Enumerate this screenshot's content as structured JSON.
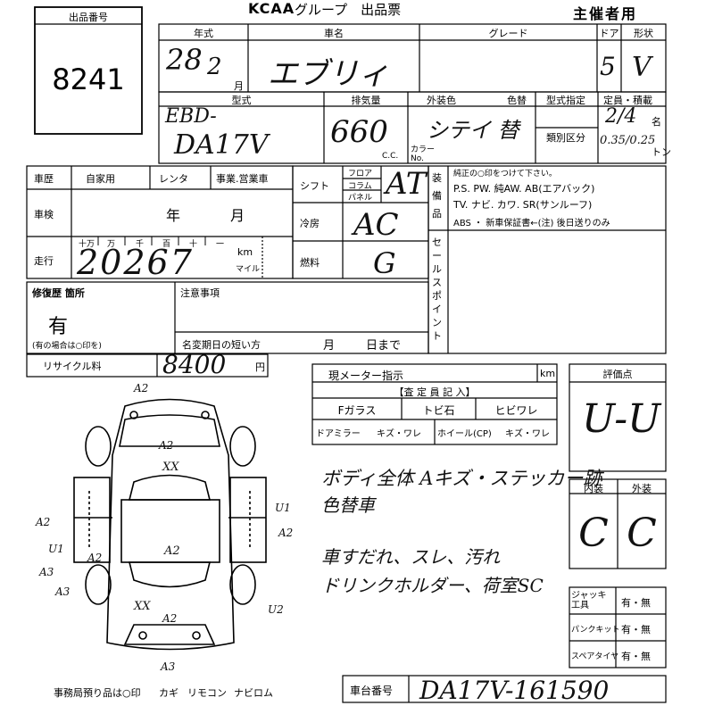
{
  "header": {
    "lot_label": "出品番号",
    "lot_number": "8241",
    "logo": "KCAA",
    "title": "グループ　出品票",
    "organizer": "主催者用"
  },
  "row1": {
    "year_label": "年式",
    "car_name_label": "車名",
    "grade_label": "グレード",
    "door_label": "ドア",
    "shape_label": "形状",
    "month_unit": "月",
    "year_value": "28",
    "month_value": "2",
    "car_name_value": "エブリィ",
    "door_value": "5",
    "shape_value": "V"
  },
  "row2": {
    "model_label": "型式",
    "displacement_label": "排気量",
    "cc_unit": "C.C.",
    "exterior_color_label": "外装色",
    "color_change_label": "色替",
    "color_no_label": "カラーNo.",
    "type_designation_label": "型式指定",
    "classification_label": "類別区分",
    "capacity_label": "定員・積載",
    "persons_unit": "名",
    "ton_unit": "トン",
    "model_value_1": "EBD-",
    "model_value_2": "DA17V",
    "displacement_value": "660",
    "exterior_color_value": "シテイ 替",
    "capacity_value": "2/4",
    "load_value": "0.35/0.25"
  },
  "history": {
    "label": "車歴",
    "options": [
      "自家用",
      "レンタ",
      "事業.営業車"
    ]
  },
  "inspection": {
    "label": "車検",
    "year_unit": "年",
    "month_unit": "月"
  },
  "mileage": {
    "label": "走行",
    "digit_headers": [
      "十万",
      "万",
      "千",
      "百",
      "十",
      "一"
    ],
    "km_unit": "km",
    "mile_unit": "マイル",
    "value": "20267"
  },
  "shift": {
    "label": "シフト",
    "options": [
      "フロア",
      "コラム",
      "パネル"
    ],
    "value": "AT"
  },
  "ac": {
    "label": "冷房",
    "value": "AC"
  },
  "fuel": {
    "label": "燃料",
    "value": "G"
  },
  "equipment": {
    "label": "装備品",
    "note": "純正の○印をつけて下さい。",
    "line1": "P.S.  PW.  純AW.  AB(エアバック)",
    "line2": "TV.  ナビ.  カワ.  SR(サンルーフ)",
    "line3": "ABS ・ 新車保証書←(注) 後日送りのみ"
  },
  "sales_point": {
    "label": "セールスポイント"
  },
  "repair": {
    "label": "修復歴 箇所",
    "value": "有",
    "note": "(有の場合は○印を)"
  },
  "caution": {
    "label": "注意事項",
    "short_expiry_label": "名変期日の短い方",
    "month_unit": "月",
    "day_unit": "日まで"
  },
  "recycle": {
    "label": "リサイクル料",
    "value": "8400",
    "unit": "円"
  },
  "meter": {
    "label": "現メーター指示",
    "unit": "km"
  },
  "inspector": {
    "label": "【査 定 員 記 入】",
    "glass_items": [
      "Fガラス",
      "トビ石",
      "ヒビワレ"
    ],
    "mirror_label": "ドアミラー",
    "mirror_cond": "キズ・ワレ",
    "wheel_label": "ホイール(CP)",
    "wheel_cond": "キズ・ワレ",
    "notes": [
      "ボディ全体 Aキズ・ステッカー跡",
      "色替車",
      "車すだれ、スレ、汚れ",
      "ドリンクホルダー、荷室SC"
    ]
  },
  "rating": {
    "label": "評価点",
    "value": "U-U",
    "interior_label": "内装",
    "exterior_label": "外装",
    "interior_value": "C",
    "exterior_value": "C"
  },
  "accessories": [
    {
      "label": "ジャッキ工具",
      "value": "有・無"
    },
    {
      "label": "パンクキット",
      "value": "有・無"
    },
    {
      "label": "スペアタイヤ",
      "value": "有・無"
    }
  ],
  "diagram_marks": [
    "A2",
    "A2",
    "XX",
    "A2",
    "A2",
    "U1",
    "A2",
    "U1",
    "A3",
    "A2",
    "XX",
    "A2",
    "A3",
    "A3",
    "U2"
  ],
  "office_items": {
    "label": "事務局預り品は○印",
    "items": [
      "カギ",
      "リモコン",
      "ナビロム"
    ]
  },
  "chassis": {
    "label": "車台番号",
    "value": "DA17V-161590"
  }
}
